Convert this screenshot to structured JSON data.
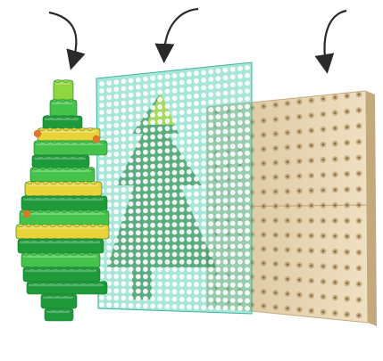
{
  "diagram": {
    "description_labels": [],
    "layers": [
      {
        "name": "lego-christmas-tree",
        "colors": [
          "#1f9a3a",
          "#44c24a",
          "#8fd640",
          "#e8d23a",
          "#e2772a"
        ]
      },
      {
        "name": "transparent-grid-plate",
        "colors": [
          "#5fd2b8",
          "#bfe85a",
          "#1f7a3a"
        ]
      },
      {
        "name": "wooden-baseplate",
        "colors": [
          "#e3cfa8",
          "#c4a97c",
          "#8a6f47"
        ]
      }
    ],
    "arrows": [
      {
        "name": "arrow-into-tree",
        "direction": "down"
      },
      {
        "name": "arrow-into-grid",
        "direction": "down-left"
      },
      {
        "name": "arrow-into-base",
        "direction": "down-left"
      }
    ]
  }
}
